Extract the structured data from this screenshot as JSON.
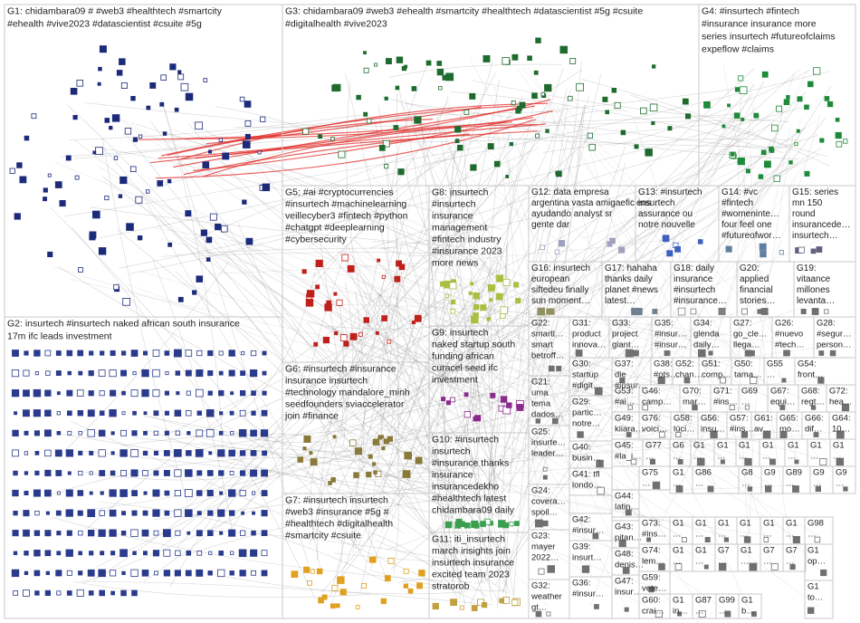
{
  "colors": {
    "background": "#ffffff",
    "box_border": "#c8c8c8",
    "edge": "#8c8c8c",
    "edge_highlight": "#e0201c",
    "label_text": "#222222"
  },
  "groups": [
    {
      "id": "G1",
      "lines": [
        "G1: chidambara09 # #web3 #healthtech #smartcity",
        "#ehealth #vive2023 #datascientist #csuite #5g"
      ],
      "node_color": "#1c2a7a"
    },
    {
      "id": "G2",
      "lines": [
        "G2: insurtech #insurtech naked african south insurance",
        "17m ifc leads investment"
      ],
      "node_color": "#2a3a8c"
    },
    {
      "id": "G3",
      "lines": [
        "G3: chidambara09 #web3 #ehealth #smartcity #healthtech #datascientist #5g #csuite",
        "#digitalhealth #vive2023"
      ],
      "node_color": "#1e6b2e"
    },
    {
      "id": "G4",
      "lines": [
        "G4: #insurtech #fintech",
        "#insurance insurance more",
        "series insurtech #futureofclaims",
        "expeflow #claims"
      ],
      "node_color": "#1f8a3a"
    },
    {
      "id": "G5",
      "lines": [
        "G5: #ai #cryptocurrencies",
        "#insurtech #machinelearning",
        "veillecyber3 #fintech #python",
        "#chatgpt #deeplearning",
        "#cybersecurity"
      ],
      "node_color": "#c0201a"
    },
    {
      "id": "G6",
      "lines": [
        "G6: #insurtech #insurance",
        "insurance insurtech",
        "#technology mandalore_minh",
        "seedfounders sviaccelerator",
        "join #finance"
      ],
      "node_color": "#8a7a3a"
    },
    {
      "id": "G7",
      "lines": [
        "G7: #insurtech insurtech",
        "#web3 #insurance #5g #",
        "#healthtech #digitalhealth",
        "#smartcity #csuite"
      ],
      "node_color": "#e0a020"
    },
    {
      "id": "G8",
      "lines": [
        "G8: insurtech",
        "#insurtech",
        "insurance",
        "management",
        "#fintech industry",
        "#insurance 2023",
        "more news"
      ],
      "node_color": "#a8c040"
    },
    {
      "id": "G9",
      "lines": [
        "G9: insurtech",
        "naked startup south",
        "funding african",
        "curacel seed ifc",
        "investment"
      ],
      "node_color": "#8a2a8a"
    },
    {
      "id": "G10",
      "lines": [
        "G10: #insurtech",
        "insurtech",
        "#insurance thanks",
        "insurance",
        "insurancedekho",
        "#healthtech latest",
        "chidambara09 daily"
      ],
      "node_color": "#3aa050"
    },
    {
      "id": "G11",
      "lines": [
        "G11: iti_insurtech",
        "march insights join",
        "insurtech insurance",
        "excited team 2023",
        "stratorob"
      ],
      "node_color": "#c0a040"
    },
    {
      "id": "G12",
      "lines": [
        "G12: data empresa",
        "argentina vasta amigaeficiens",
        "ayudando analyst sr",
        "gente dar"
      ],
      "node_color": "#a0a0c0"
    },
    {
      "id": "G13",
      "lines": [
        "G13: #insurtech",
        "insurtech",
        "assurance ou",
        "notre nouvelle"
      ],
      "node_color": "#4060c0"
    },
    {
      "id": "G14",
      "lines": [
        "G14: #vc",
        "#fintech",
        "#womeninte…",
        "four feel one",
        "#futureofwor…"
      ],
      "node_color": "#6080a0"
    },
    {
      "id": "G15",
      "lines": [
        "G15: series",
        "mn 150",
        "round",
        "insurancede…",
        "insurtech…"
      ],
      "node_color": "#606080"
    },
    {
      "id": "G16",
      "lines": [
        "G16: insurtech",
        "european",
        "siftedeu finally",
        "sun moment…"
      ],
      "node_color": "#909060"
    },
    {
      "id": "G17",
      "lines": [
        "G17: hahaha",
        "thanks daily",
        "planet #news",
        "latest…"
      ],
      "node_color": "#708090"
    },
    {
      "id": "G18",
      "lines": [
        "G18: daily",
        "insurance",
        "#insurtech",
        "#insurance…"
      ],
      "node_color": "#808080"
    },
    {
      "id": "G19",
      "lines": [
        "G19:",
        "vitaance",
        "millones",
        "levanta…"
      ],
      "node_color": "#707070"
    },
    {
      "id": "G20",
      "lines": [
        "G20:",
        "applied",
        "financial",
        "stories…"
      ],
      "node_color": "#707070"
    },
    {
      "id": "G21",
      "lines": [
        "G21:",
        "uma",
        "tema",
        "dados…"
      ],
      "node_color": "#707070"
    },
    {
      "id": "G22",
      "lines": [
        "G22:",
        "smarti…",
        "smart",
        "betroff…"
      ],
      "node_color": "#707070"
    },
    {
      "id": "G23",
      "lines": [
        "G23:",
        "mayer",
        "2022…"
      ],
      "node_color": "#707070"
    },
    {
      "id": "G24",
      "lines": [
        "G24:",
        "covera…",
        "spoil…"
      ],
      "node_color": "#707070"
    },
    {
      "id": "G25",
      "lines": [
        "G25:",
        "insurte…",
        "leader…"
      ],
      "node_color": "#707070"
    },
    {
      "id": "G26",
      "lines": [
        "G26:",
        "#nuevo",
        "#tech…"
      ],
      "node_color": "#707070"
    },
    {
      "id": "G27",
      "lines": [
        "G27:",
        "go_cle…",
        "llega…"
      ],
      "node_color": "#707070"
    },
    {
      "id": "G28",
      "lines": [
        "G28:",
        "#segur…",
        "person…"
      ],
      "node_color": "#707070"
    },
    {
      "id": "G29",
      "lines": [
        "G29:",
        "partic…",
        "notre…"
      ],
      "node_color": "#707070"
    },
    {
      "id": "G30",
      "lines": [
        "G30:",
        "startup",
        "#digit…"
      ],
      "node_color": "#707070"
    },
    {
      "id": "G31",
      "lines": [
        "G31:",
        "product",
        "innova…"
      ],
      "node_color": "#707070"
    },
    {
      "id": "G32",
      "lines": [
        "G32:",
        "weather",
        "gt…"
      ],
      "node_color": "#707070"
    },
    {
      "id": "G33",
      "lines": [
        "G33:",
        "project",
        "giant…"
      ],
      "node_color": "#707070"
    },
    {
      "id": "G34",
      "lines": [
        "G34:",
        "glenda",
        "daily…"
      ],
      "node_color": "#707070"
    },
    {
      "id": "G35",
      "lines": [
        "G35:",
        "#insur…",
        "#insur…"
      ],
      "node_color": "#707070"
    },
    {
      "id": "G36",
      "lines": [
        "G36:",
        "#insur…"
      ],
      "node_color": "#707070"
    },
    {
      "id": "G37",
      "lines": [
        "G37:",
        "die",
        "#insur…"
      ],
      "node_color": "#707070"
    },
    {
      "id": "G38",
      "lines": [
        "G38:",
        "#ots…"
      ],
      "node_color": "#707070"
    },
    {
      "id": "G39",
      "lines": [
        "G39:",
        "insurt…"
      ],
      "node_color": "#707070"
    },
    {
      "id": "G40",
      "lines": [
        "G40:",
        "busin…"
      ],
      "node_color": "#707070"
    },
    {
      "id": "G41",
      "lines": [
        "G41: tfl",
        "londo…"
      ],
      "node_color": "#707070"
    },
    {
      "id": "G42",
      "lines": [
        "G42:",
        "#insur…"
      ],
      "node_color": "#707070"
    },
    {
      "id": "G43",
      "lines": [
        "G43:",
        "pitan…"
      ],
      "node_color": "#707070"
    },
    {
      "id": "G44",
      "lines": [
        "G44:",
        "latin…"
      ],
      "node_color": "#707070"
    },
    {
      "id": "G45",
      "lines": [
        "G45:",
        "#la_i…"
      ],
      "node_color": "#707070"
    },
    {
      "id": "G46",
      "lines": [
        "G46:",
        "camp…"
      ],
      "node_color": "#707070"
    },
    {
      "id": "G47",
      "lines": [
        "G47:",
        "insur…"
      ],
      "node_color": "#707070"
    },
    {
      "id": "G48",
      "lines": [
        "G48:",
        "denis…"
      ],
      "node_color": "#707070"
    },
    {
      "id": "G49",
      "lines": [
        "G49:",
        "kiiara…"
      ],
      "node_color": "#707070"
    },
    {
      "id": "G50",
      "lines": [
        "G50:",
        "tama…"
      ],
      "node_color": "#707070"
    },
    {
      "id": "G51",
      "lines": [
        "G51:",
        "comp…"
      ],
      "node_color": "#707070"
    },
    {
      "id": "G52",
      "lines": [
        "G52:",
        "chan…"
      ],
      "node_color": "#707070"
    },
    {
      "id": "G53",
      "lines": [
        "G53:",
        "#ai…"
      ],
      "node_color": "#707070"
    },
    {
      "id": "G54",
      "lines": [
        "G54:",
        "front…"
      ],
      "node_color": "#707070"
    },
    {
      "id": "G55",
      "lines": [
        "G55",
        "…"
      ],
      "node_color": "#707070"
    },
    {
      "id": "G56",
      "lines": [
        "G56:",
        "insu…"
      ],
      "node_color": "#707070"
    },
    {
      "id": "G57",
      "lines": [
        "G57:",
        "#ins…"
      ],
      "node_color": "#707070"
    },
    {
      "id": "G58",
      "lines": [
        "G58:",
        "lúci…"
      ],
      "node_color": "#707070"
    },
    {
      "id": "G59",
      "lines": [
        "G59:",
        "vete…"
      ],
      "node_color": "#707070"
    },
    {
      "id": "G60",
      "lines": [
        "G60:",
        "crai…"
      ],
      "node_color": "#707070"
    },
    {
      "id": "G61",
      "lines": [
        "G61:",
        "av…"
      ],
      "node_color": "#707070"
    },
    {
      "id": "G64",
      "lines": [
        "G64:",
        "10…"
      ],
      "node_color": "#707070"
    },
    {
      "id": "G65",
      "lines": [
        "G65:",
        "mo…"
      ],
      "node_color": "#707070"
    },
    {
      "id": "G66",
      "lines": [
        "G66:",
        "dif…"
      ],
      "node_color": "#707070"
    },
    {
      "id": "G67",
      "lines": [
        "G67:",
        "equi…"
      ],
      "node_color": "#707070"
    },
    {
      "id": "G68",
      "lines": [
        "G68:",
        "regt…"
      ],
      "node_color": "#707070"
    },
    {
      "id": "G69",
      "lines": [
        "G69",
        "…"
      ],
      "node_color": "#707070"
    },
    {
      "id": "G70",
      "lines": [
        "G70:",
        "mar…"
      ],
      "node_color": "#707070"
    },
    {
      "id": "G71",
      "lines": [
        "G71:",
        "#ins…"
      ],
      "node_color": "#707070"
    },
    {
      "id": "G72",
      "lines": [
        "G72:",
        "hea…"
      ],
      "node_color": "#707070"
    },
    {
      "id": "G73",
      "lines": [
        "G73:",
        "#ins…"
      ],
      "node_color": "#707070"
    },
    {
      "id": "G74",
      "lines": [
        "G74:",
        "lem…"
      ],
      "node_color": "#707070"
    },
    {
      "id": "G75",
      "lines": [
        "G75",
        "…"
      ],
      "node_color": "#707070"
    },
    {
      "id": "G76",
      "lines": [
        "G76:",
        "voici…"
      ],
      "node_color": "#707070"
    },
    {
      "id": "G77",
      "lines": [
        "G77",
        "…"
      ],
      "node_color": "#707070"
    },
    {
      "id": "G86",
      "lines": [
        "G86",
        "…"
      ],
      "node_color": "#707070"
    },
    {
      "id": "G87",
      "lines": [
        "G87",
        "…"
      ],
      "node_color": "#707070"
    },
    {
      "id": "G89",
      "lines": [
        "G89",
        "…"
      ],
      "node_color": "#707070"
    },
    {
      "id": "G98",
      "lines": [
        "G98",
        "…"
      ],
      "node_color": "#707070"
    },
    {
      "id": "G99",
      "lines": [
        "G99",
        "…"
      ],
      "node_color": "#707070"
    },
    {
      "id": "G6x",
      "lines": [
        "G6",
        "…"
      ],
      "node_color": "#707070"
    },
    {
      "id": "G8x",
      "lines": [
        "G8",
        "…"
      ],
      "node_color": "#707070"
    },
    {
      "id": "G9a",
      "lines": [
        "G9",
        "…"
      ],
      "node_color": "#707070"
    },
    {
      "id": "G9b",
      "lines": [
        "G9",
        "…"
      ],
      "node_color": "#707070"
    },
    {
      "id": "G9c",
      "lines": [
        "G9",
        "…"
      ],
      "node_color": "#707070"
    },
    {
      "id": "G7a",
      "lines": [
        "G7",
        "…"
      ],
      "node_color": "#707070"
    },
    {
      "id": "G7b",
      "lines": [
        "G7",
        "…"
      ],
      "node_color": "#707070"
    },
    {
      "id": "G7c",
      "lines": [
        "G7",
        "…"
      ],
      "node_color": "#707070"
    },
    {
      "id": "G1a",
      "lines": [
        "G1",
        "…"
      ],
      "node_color": "#707070"
    },
    {
      "id": "G1b",
      "lines": [
        "G1",
        "…"
      ],
      "node_color": "#707070"
    },
    {
      "id": "G1c",
      "lines": [
        "G1",
        "…"
      ],
      "node_color": "#707070"
    },
    {
      "id": "G1d",
      "lines": [
        "G1",
        "…"
      ],
      "node_color": "#707070"
    },
    {
      "id": "G1e",
      "lines": [
        "G1",
        "…"
      ],
      "node_color": "#707070"
    },
    {
      "id": "G1f",
      "lines": [
        "G1",
        "…"
      ],
      "node_color": "#707070"
    },
    {
      "id": "G1g",
      "lines": [
        "G1",
        "…"
      ],
      "node_color": "#707070"
    },
    {
      "id": "G1h",
      "lines": [
        "G1",
        "…"
      ],
      "node_color": "#707070"
    },
    {
      "id": "G1i",
      "lines": [
        "G1",
        "…"
      ],
      "node_color": "#707070"
    },
    {
      "id": "G1j",
      "lines": [
        "G1",
        "…"
      ],
      "node_color": "#707070"
    },
    {
      "id": "G1k",
      "lines": [
        "G1",
        "…"
      ],
      "node_color": "#707070"
    },
    {
      "id": "G1l",
      "lines": [
        "G1",
        "…"
      ],
      "node_color": "#707070"
    },
    {
      "id": "G1m",
      "lines": [
        "G1",
        "…"
      ],
      "node_color": "#707070"
    },
    {
      "id": "G1n",
      "lines": [
        "G1",
        "…"
      ],
      "node_color": "#707070"
    },
    {
      "id": "G1o",
      "lines": [
        "G1",
        "op…"
      ],
      "node_color": "#707070"
    },
    {
      "id": "G1p",
      "lines": [
        "G1",
        "to…"
      ],
      "node_color": "#707070"
    },
    {
      "id": "G1q",
      "lines": [
        "G1",
        "in…"
      ],
      "node_color": "#707070"
    },
    {
      "id": "G1r",
      "lines": [
        "G1",
        "b…"
      ],
      "node_color": "#707070"
    },
    {
      "id": "G1s",
      "lines": [
        "G1",
        "…"
      ],
      "node_color": "#707070"
    },
    {
      "id": "G1t",
      "lines": [
        "G1",
        "…"
      ],
      "node_color": "#707070"
    },
    {
      "id": "G1u",
      "lines": [
        "G1",
        "…"
      ],
      "node_color": "#707070"
    }
  ]
}
